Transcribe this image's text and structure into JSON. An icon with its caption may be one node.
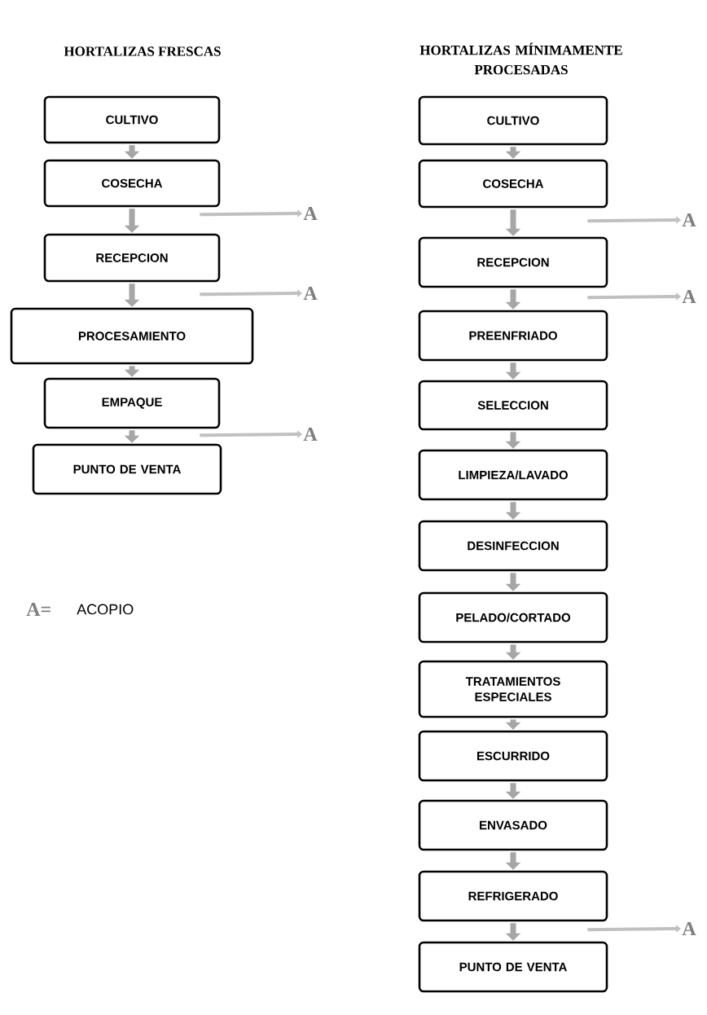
{
  "diagram": {
    "nodes": [
      {
        "text": [
          "CULTIVO"
        ]
      },
      {
        "text": [
          "COSECHA"
        ]
      },
      {
        "text": [
          "RECEPCION"
        ]
      },
      {
        "text": [
          "PROCESAMIENTO"
        ]
      },
      {
        "text": [
          "EMPAQUE"
        ]
      },
      {
        "text": [
          "PUNTO DE VENTA"
        ]
      },
      {
        "text": [
          "CULTIVO"
        ]
      },
      {
        "text": [
          "COSECHA"
        ]
      },
      {
        "text": [
          "RECEPCION"
        ]
      },
      {
        "text": [
          "PREENFRIADO"
        ]
      },
      {
        "text": [
          "SELECCION"
        ]
      },
      {
        "text": [
          "LIMPIEZA/LAVADO"
        ]
      },
      {
        "text": [
          "DESINFECCION"
        ]
      },
      {
        "text": [
          "PELADO/CORTADO"
        ]
      },
      {
        "text": [
          "TRATAMIENTOS ESPECIALES"
        ]
      },
      {
        "text": [
          "ESCURRIDO"
        ]
      },
      {
        "text": [
          "ENVASADO"
        ]
      },
      {
        "text": [
          "REFRIGERADO"
        ]
      },
      {
        "text": [
          "PUNTO DE VENTA"
        ]
      },
      {
        "text": [
          "A"
        ]
      },
      {
        "text": [
          "A"
        ]
      },
      {
        "text": [
          "A"
        ]
      },
      {
        "text": [
          "A"
        ]
      },
      {
        "text": [
          "A"
        ]
      },
      {
        "text": [
          "A"
        ]
      }
    ],
    "edges": [
      {
        "from": 0,
        "to": 1,
        "arrow": "to"
      },
      {
        "from": 1,
        "to": 2,
        "arrow": "to"
      },
      {
        "from": 2,
        "to": 3,
        "arrow": "to"
      },
      {
        "from": 3,
        "to": 4,
        "arrow": "to"
      },
      {
        "from": 4,
        "to": 5,
        "arrow": "to"
      },
      {
        "from": 6,
        "to": 7,
        "arrow": "to"
      },
      {
        "from": 7,
        "to": 8,
        "arrow": "to"
      },
      {
        "from": 8,
        "to": 9,
        "arrow": "to"
      },
      {
        "from": 9,
        "to": 10,
        "arrow": "to"
      },
      {
        "from": 10,
        "to": 11,
        "arrow": "to"
      },
      {
        "from": 11,
        "to": 12,
        "arrow": "to"
      },
      {
        "from": 12,
        "to": 13,
        "arrow": "to"
      },
      {
        "from": 13,
        "to": 14,
        "arrow": "to"
      },
      {
        "from": 14,
        "to": 15,
        "arrow": "to"
      },
      {
        "from": 15,
        "to": 16,
        "arrow": "to"
      },
      {
        "from": 16,
        "to": 17,
        "arrow": "to"
      },
      {
        "from": 17,
        "to": 18,
        "arrow": "to"
      },
      {
        "from": 1,
        "to": 19,
        "arrow": "to",
        "color": "#c0c0c0"
      },
      {
        "from": 2,
        "to": 20,
        "arrow": "to",
        "color": "#c0c0c0"
      },
      {
        "from": 4,
        "to": 21,
        "arrow": "to",
        "color": "#c0c0c0"
      },
      {
        "from": 7,
        "to": 22,
        "arrow": "to",
        "color": "#c0c0c0"
      },
      {
        "from": 8,
        "to": 23,
        "arrow": "to",
        "color": "#c0c0c0"
      },
      {
        "from": 17,
        "to": 24,
        "arrow": "to",
        "color": "#c0c0c0"
      }
    ],
    "labels": [
      "HORTALIZAS FRESCAS",
      "HORTALIZAS MÍNIMAMENTE PROCESADAS",
      "A=",
      "ACOPIO"
    ]
  }
}
